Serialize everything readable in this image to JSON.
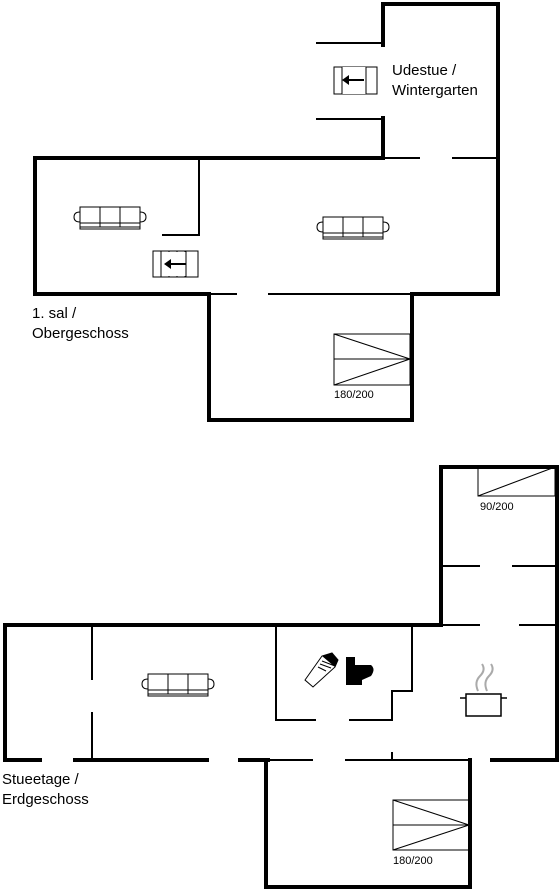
{
  "floors": {
    "upper": {
      "label_line1": "1. sal /",
      "label_line2": "Obergeschoss"
    },
    "ground": {
      "label_line1": "Stueetage /",
      "label_line2": "Erdgeschoss"
    }
  },
  "rooms": {
    "winter_garden_line1": "Udestue /",
    "winter_garden_line2": "Wintergarten"
  },
  "beds": {
    "upper_bed": "180/200",
    "ground_bed_top": "90/200",
    "ground_bed_bottom": "180/200"
  },
  "icons": [
    "stairs-icon",
    "sofa-icon",
    "bed-icon",
    "shower-icon",
    "toilet-icon",
    "cooking-pot-icon"
  ]
}
